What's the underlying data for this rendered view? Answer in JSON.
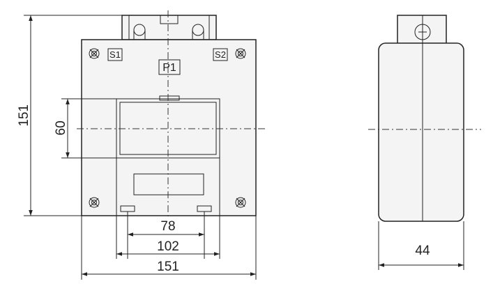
{
  "front_view": {
    "terminal_labels": [
      "S1",
      "S2"
    ],
    "primary_label": "P1"
  },
  "dimensions": {
    "overall_height": "151",
    "window_height": "60",
    "mount_spacing_inner": "78",
    "mount_spacing_outer": "102",
    "overall_width": "151",
    "side_depth": "44"
  }
}
